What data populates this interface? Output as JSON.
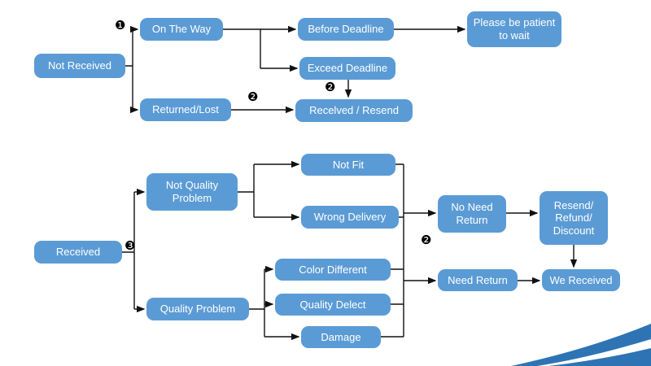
{
  "diagram": {
    "accent_color": "#5b9bd5",
    "line_color": "#111111",
    "swoosh_color": "#2e74b5",
    "nodes": {
      "not_received": "Not Received",
      "on_the_way": "On The Way",
      "before_deadline": "Before Deadline",
      "please_wait": "Please be patient to wait",
      "exceed_deadline": "Exceed Deadline",
      "returned_lost": "Returned/Lost",
      "received_resend": "Recelved / Resend",
      "received": "Received",
      "not_quality_problem": "Not Quality Problem",
      "quality_problem": "Quality Problem",
      "not_fit": "Not Fit",
      "wrong_delivery": "Wrong Delivery",
      "color_different": "Color Different",
      "quality_delect": "Quality Delect",
      "damage": "Damage",
      "no_need_return": "No Need Return",
      "need_return": "Need Return",
      "resend_refund_discount": "Resend/ Refund/ Discount",
      "we_received": "We Received"
    },
    "markers": {
      "one": "❶",
      "two": "❷",
      "three": "❸"
    }
  }
}
